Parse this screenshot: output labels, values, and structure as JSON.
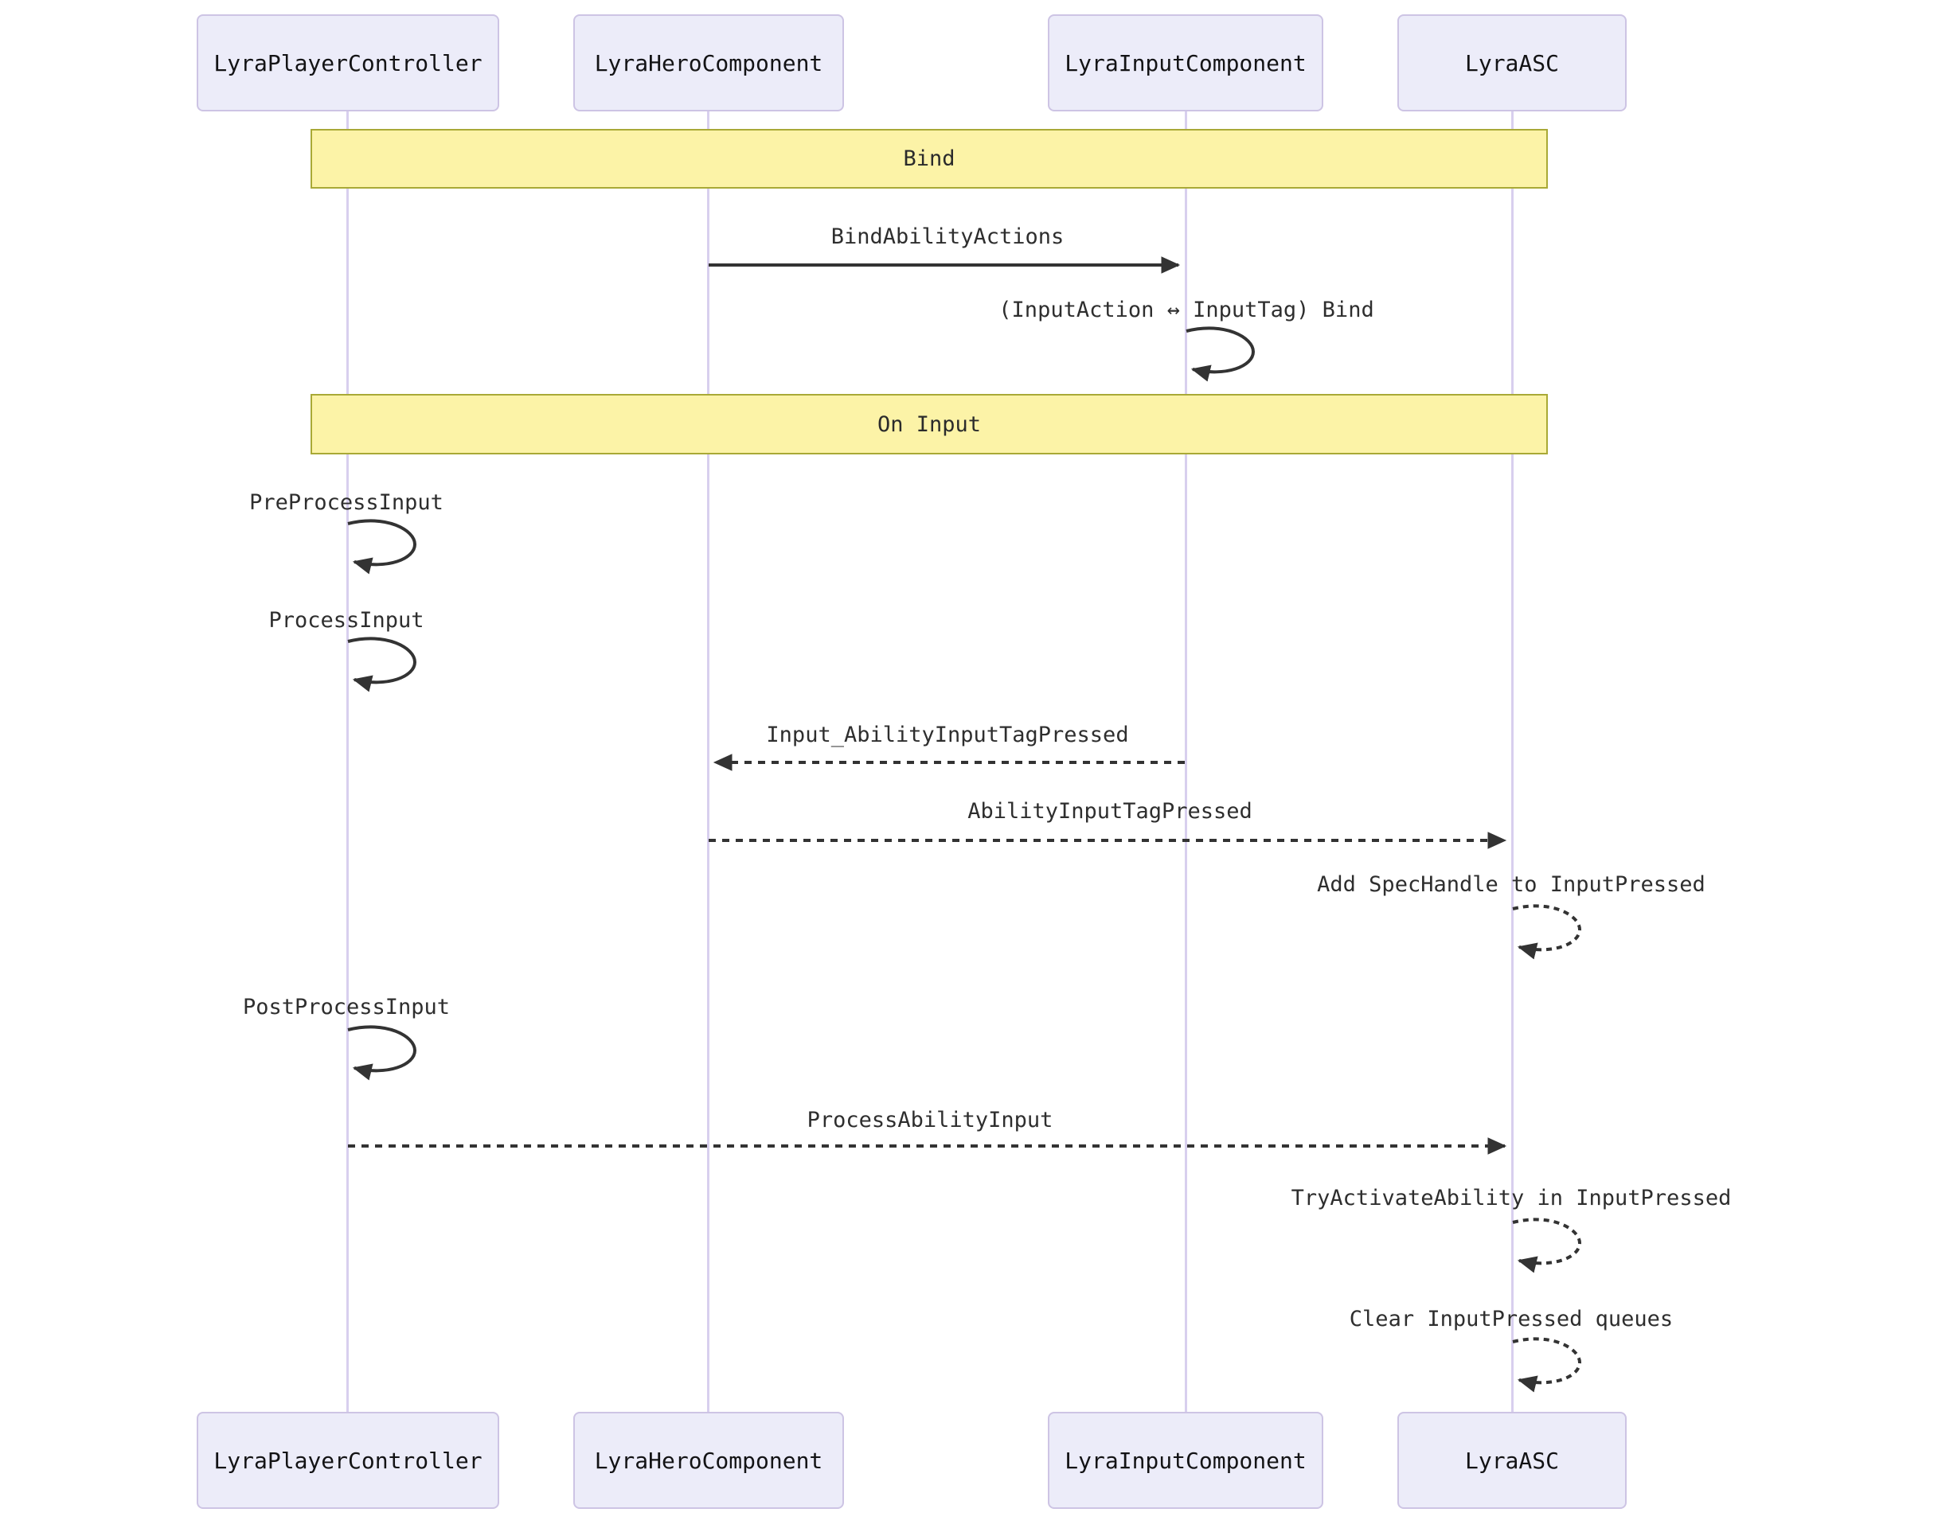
{
  "diagram_type": "sequence-diagram",
  "participants": [
    {
      "name": "LyraPlayerController"
    },
    {
      "name": "LyraHeroComponent"
    },
    {
      "name": "LyraInputComponent"
    },
    {
      "name": "LyraASC"
    }
  ],
  "sections": [
    {
      "label": "Bind"
    },
    {
      "label": "On Input"
    }
  ],
  "messages": [
    {
      "label": "BindAbilityActions",
      "from": "LyraHeroComponent",
      "to": "LyraInputComponent",
      "line": "solid",
      "kind": "arrow"
    },
    {
      "label": "(InputAction ↔ InputTag) Bind",
      "from": "LyraInputComponent",
      "to": "LyraInputComponent",
      "line": "solid",
      "kind": "self-loop"
    },
    {
      "label": "PreProcessInput",
      "from": "LyraPlayerController",
      "to": "LyraPlayerController",
      "line": "solid",
      "kind": "self-loop"
    },
    {
      "label": "ProcessInput",
      "from": "LyraPlayerController",
      "to": "LyraPlayerController",
      "line": "solid",
      "kind": "self-loop"
    },
    {
      "label": "Input_AbilityInputTagPressed",
      "from": "LyraInputComponent",
      "to": "LyraHeroComponent",
      "line": "dashed",
      "kind": "arrow"
    },
    {
      "label": "AbilityInputTagPressed",
      "from": "LyraHeroComponent",
      "to": "LyraASC",
      "line": "dashed",
      "kind": "arrow"
    },
    {
      "label": "Add SpecHandle to InputPressed",
      "from": "LyraASC",
      "to": "LyraASC",
      "line": "dashed",
      "kind": "self-loop"
    },
    {
      "label": "PostProcessInput",
      "from": "LyraPlayerController",
      "to": "LyraPlayerController",
      "line": "solid",
      "kind": "self-loop"
    },
    {
      "label": "ProcessAbilityInput",
      "from": "LyraPlayerController",
      "to": "LyraASC",
      "line": "dashed",
      "kind": "arrow"
    },
    {
      "label": "TryActivateAbility in InputPressed",
      "from": "LyraASC",
      "to": "LyraASC",
      "line": "dashed",
      "kind": "self-loop"
    },
    {
      "label": "Clear InputPressed queues",
      "from": "LyraASC",
      "to": "LyraASC",
      "line": "dashed",
      "kind": "self-loop"
    }
  ],
  "colors": {
    "background": "#ffffff",
    "actor_fill": "#ececf9",
    "actor_border": "#cdc4e4",
    "lifeline": "#d8cfee",
    "section_fill": "#fcf3a7",
    "section_border": "#a9a936",
    "arrow_stroke": "#333333",
    "text": "#2e2e2e"
  }
}
